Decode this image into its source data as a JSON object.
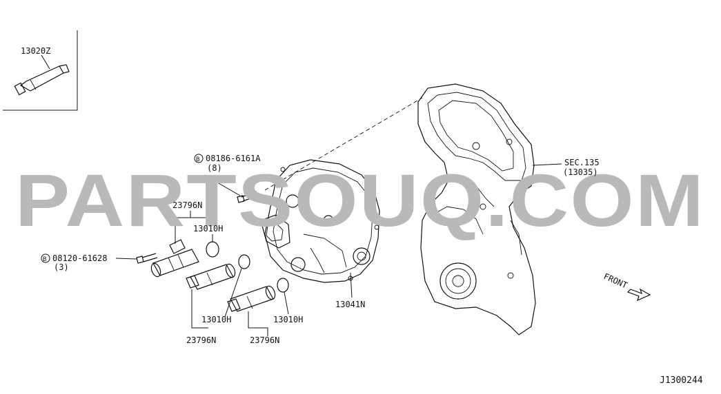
{
  "watermark": "PARTSOUQ.COM",
  "diagram_code": "J1300244",
  "labels": {
    "sealant": "13020Z",
    "bolt_a_code": "08186-6161A",
    "bolt_a_qty": "(8)",
    "bolt_a_badge": "B",
    "bolt_b_code": "08120-61628",
    "bolt_b_qty": "(3)",
    "bolt_b_badge": "B",
    "sec_ref": "SEC.135",
    "sec_sub": "(13035)",
    "valve_top": "23796N",
    "valve_left": "23796N",
    "valve_bottom": "23796N",
    "oring_top": "13010H",
    "oring_mid": "13010H",
    "oring_right": "13010H",
    "front_cover": "13041N",
    "front": "FRONT"
  }
}
